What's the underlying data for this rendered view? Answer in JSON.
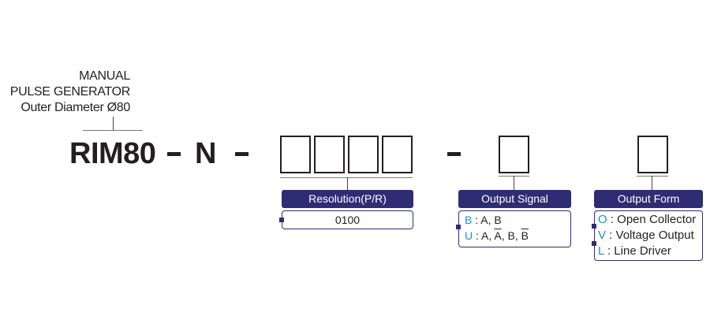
{
  "description": {
    "line1": "MANUAL",
    "line2": "PULSE GENERATOR",
    "line3": "Outer Diameter Ø80"
  },
  "model": {
    "series": "RIM80",
    "separator": "-",
    "type": "N",
    "resolution_slots": 4,
    "signal_slots": 1,
    "form_slots": 1
  },
  "resolution": {
    "header": "Resolution(P/R)",
    "options": [
      "0100"
    ]
  },
  "output_signal": {
    "header": "Output Signal",
    "options": [
      {
        "code": "B",
        "sep": " : ",
        "parts": [
          {
            "t": "A, ",
            "ov": false
          },
          {
            "t": "B",
            "ov": false
          }
        ]
      },
      {
        "code": "U",
        "sep": " : ",
        "parts": [
          {
            "t": "A, ",
            "ov": false
          },
          {
            "t": "A",
            "ov": true
          },
          {
            "t": ", B, ",
            "ov": false
          },
          {
            "t": "B",
            "ov": true
          }
        ]
      }
    ]
  },
  "output_form": {
    "header": "Output Form",
    "options": [
      {
        "code": "O",
        "label": " : Open Collector"
      },
      {
        "code": "V",
        "label": " : Voltage Output"
      },
      {
        "code": "L",
        "label": " : Line Driver"
      }
    ]
  },
  "colors": {
    "header_bg": "#2e2d73",
    "code": "#1a8fd6",
    "text": "#231f20"
  }
}
